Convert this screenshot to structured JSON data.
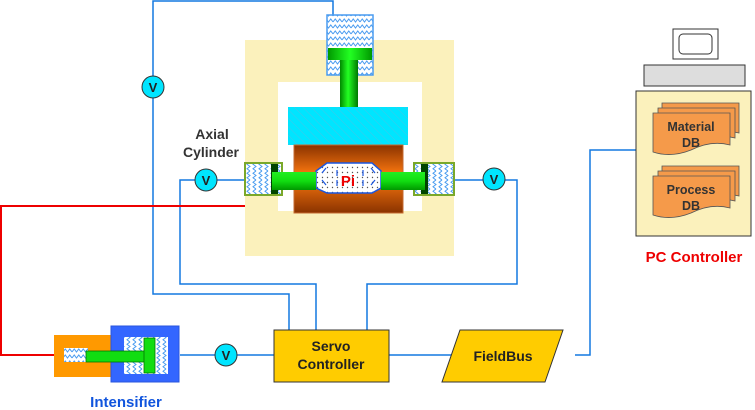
{
  "diagram": {
    "title": "",
    "labels": {
      "axial_cylinder_line1": "Axial",
      "axial_cylinder_line2": "Cylinder",
      "pressure": "Pi",
      "material_db_line1": "Material",
      "material_db_line2": "DB",
      "process_db_line1": "Process",
      "process_db_line2": "DB",
      "pc_controller": "PC Controller",
      "servo_controller_line1": "Servo",
      "servo_controller_line2": "Controller",
      "fieldbus": "FieldBus",
      "intensifier": "Intensifier"
    },
    "valves": [
      {
        "id": "valve-top",
        "symbol": "V"
      },
      {
        "id": "valve-left",
        "symbol": "V"
      },
      {
        "id": "valve-right",
        "symbol": "V"
      },
      {
        "id": "valve-intensifier",
        "symbol": "V"
      }
    ],
    "colors": {
      "signal_line": "#1478e0",
      "pressure_line": "#ee0000",
      "frame": "#fbf1bc",
      "controller": "#ffcc00",
      "intensifier_blue": "#3366ff",
      "intensifier_orange": "#ff9900",
      "piston": "#00dd00",
      "platen": "#00e5ff",
      "specimen": "#cc4a00",
      "pc_label": "#ee0000",
      "intensifier_label": "#1155dd"
    }
  }
}
